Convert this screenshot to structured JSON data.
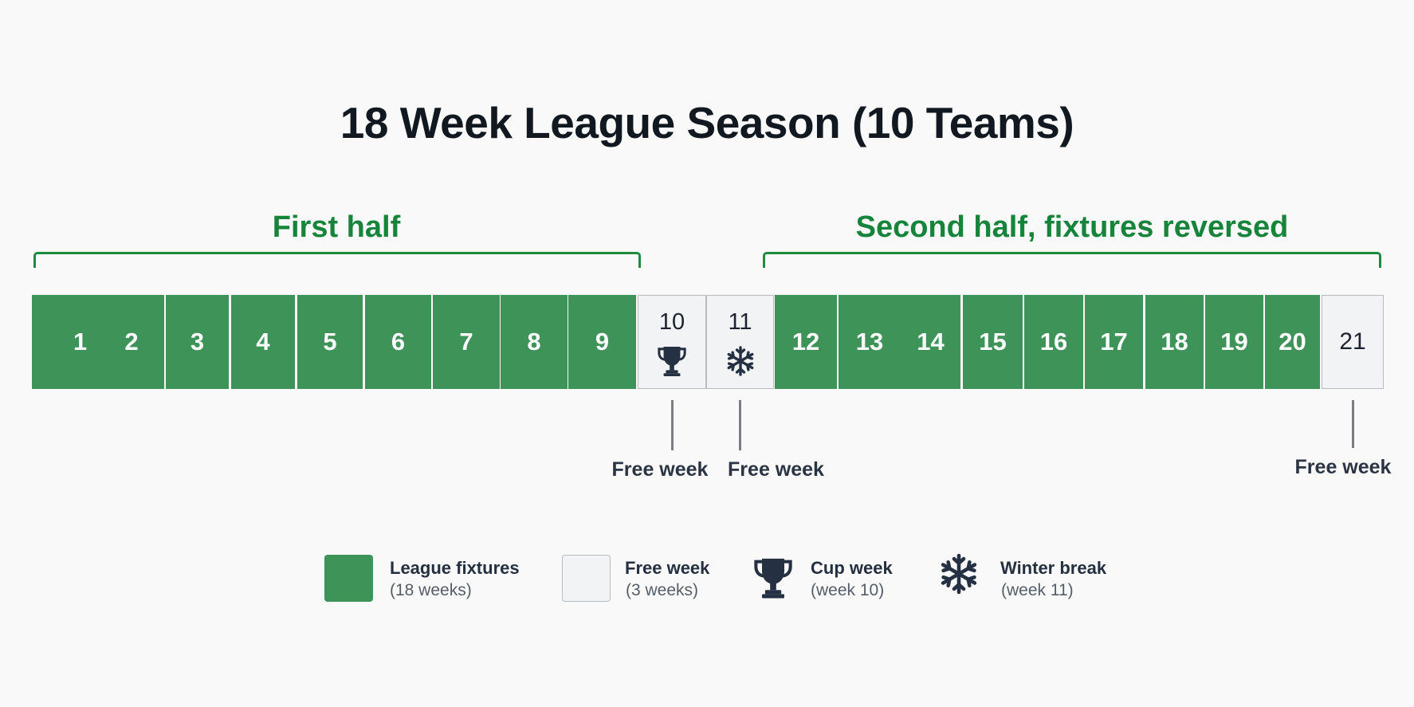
{
  "title": "18 Week League Season (10 Teams)",
  "first_half_label": "First half",
  "second_half_label": "Second half, fixtures reversed",
  "colors": {
    "league": "#3d9358",
    "free": "#f2f3f4",
    "accent_green": "#16843a",
    "icon_dark": "#253142"
  },
  "weeks": [
    {
      "label": "1",
      "type": "league"
    },
    {
      "label": "2",
      "type": "league"
    },
    {
      "label": "3",
      "type": "league"
    },
    {
      "label": "4",
      "type": "league"
    },
    {
      "label": "5",
      "type": "league"
    },
    {
      "label": "6",
      "type": "league"
    },
    {
      "label": "7",
      "type": "league"
    },
    {
      "label": "8",
      "type": "league"
    },
    {
      "label": "9",
      "type": "league"
    },
    {
      "label": "10",
      "type": "free",
      "icon": "trophy-icon"
    },
    {
      "label": "11",
      "type": "free",
      "icon": "snowflake-icon"
    },
    {
      "label": "12",
      "type": "league"
    },
    {
      "label": "13",
      "type": "league"
    },
    {
      "label": "14",
      "type": "league"
    },
    {
      "label": "15",
      "type": "league"
    },
    {
      "label": "16",
      "type": "league"
    },
    {
      "label": "17",
      "type": "league"
    },
    {
      "label": "18",
      "type": "league"
    },
    {
      "label": "19",
      "type": "league"
    },
    {
      "label": "20",
      "type": "league"
    },
    {
      "label": "21",
      "type": "free"
    }
  ],
  "callouts": [
    {
      "week": "10",
      "label": "Free week"
    },
    {
      "week": "11",
      "label": "Free week"
    },
    {
      "week": "21",
      "label": "Free week"
    }
  ],
  "legend": {
    "league": {
      "title": "League fixtures",
      "sub": "(18 weeks)"
    },
    "free": {
      "title": "Free week",
      "sub": "(3 weeks)"
    },
    "cup": {
      "title": "Cup week",
      "sub": "(week 10)",
      "icon": "trophy-icon"
    },
    "winter": {
      "title": "Winter break",
      "sub": "(week 11)",
      "icon": "snowflake-icon"
    }
  }
}
